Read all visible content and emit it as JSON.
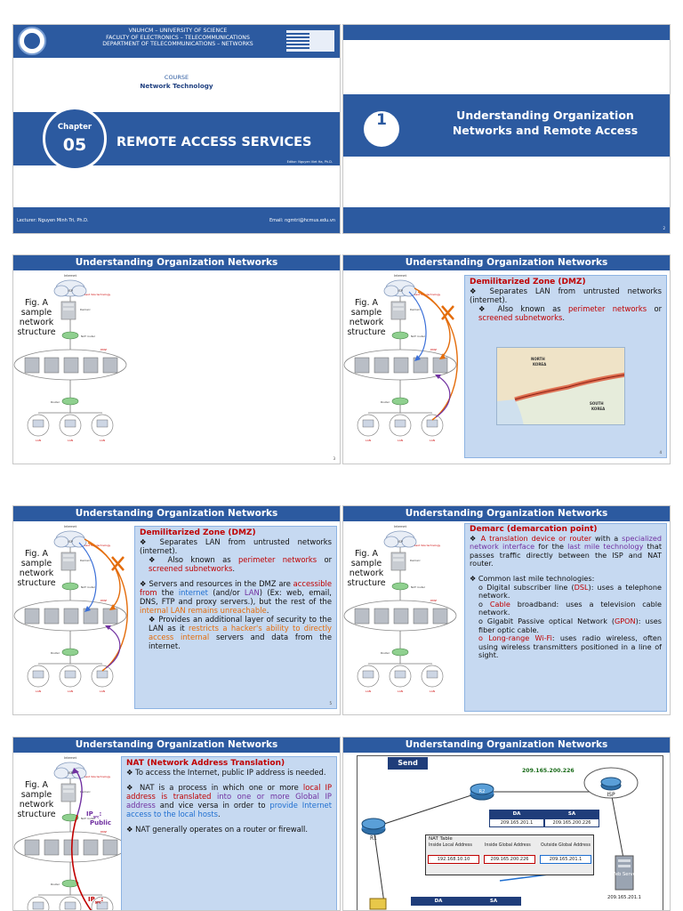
{
  "slide1": {
    "university": "VNUHCM – UNIVERSITY OF SCIENCE",
    "faculty": "FACULTY OF ELECTRONICS – TELECOMMUNICATIONS",
    "department": "DEPARTMENT OF TELECOMMUNICATIONS – NETWORKS",
    "course_label": "COURSE",
    "course_name": "Network Technology",
    "chapter_label": "Chapter",
    "chapter_number": "05",
    "title": "REMOTE ACCESS SERVICES",
    "editor": "Editor: Nguyen Viet Ha, Ph.D.",
    "lecturer": "Lecturer: Nguyen Minh Tri, Ph.D.",
    "email": "Email: ngmtri@hcmus.edu.vn"
  },
  "slide2": {
    "section_number": "1",
    "title_line1": "Understanding Organization",
    "title_line2": "Networks and Remote Access",
    "page": "2"
  },
  "header": "Understanding Organization Networks",
  "figure": {
    "caption1": "Fig. A",
    "caption2": "sample",
    "caption3": "network",
    "caption4": "structure",
    "internet": "Internet",
    "isp": "ISP",
    "last_mile": "Last mile technology",
    "demarc": "Demarc",
    "nat_router": "NAT router",
    "dmz": "DMZ",
    "router": "Router",
    "lan": "LAN"
  },
  "slide3": {
    "page": "3"
  },
  "slide4": {
    "heading": "Demilitarized Zone (DMZ)",
    "b1": "Separates LAN from untrusted networks (internet).",
    "b2_pre": "Also known as ",
    "b2_r1": "perimeter networks",
    "b2_mid": " or ",
    "b2_r2": "screened subnetworks",
    "b2_end": ".",
    "map_north": "NORTH",
    "map_korea1": "KOREA",
    "map_south": "SOUTH",
    "map_korea2": "KOREA",
    "page": "4"
  },
  "slide5": {
    "heading": "Demilitarized Zone (DMZ)",
    "b1": "Separates LAN from untrusted networks (internet).",
    "b2_pre": "Also known as ",
    "b2_r1": "perimeter networks",
    "b2_mid": " or ",
    "b2_r2": "screened subnetworks",
    "b2_end": ".",
    "b3_a": "Servers and resources in the DMZ are ",
    "b3_b": "accessible from",
    "b3_c": " the ",
    "b3_d": "internet",
    "b3_e": " (and/or ",
    "b3_f": "LAN",
    "b3_g": ") (Ex: web, email, DNS, FTP and proxy servers.), but the rest of the ",
    "b3_h": "internal LAN remains unreachable",
    "b3_i": ".",
    "b4_a": "Provides an additional layer of security to the LAN as it ",
    "b4_b": "restricts a hacker's ability to directly access internal",
    "b4_c": " servers and data from the internet.",
    "page": "5"
  },
  "slide6": {
    "heading": "Demarc (demarcation point)",
    "b1_a": "A translation device or router",
    "b1_b": " with a ",
    "b1_c": "specialized network interface",
    "b1_d": " for the ",
    "b1_e": "last mile technology",
    "b1_f": " that passes traffic directly between the ISP and NAT router.",
    "b2": "Common last mile technologies:",
    "i1_a": "Digital subscriber line (",
    "i1_b": "DSL",
    "i1_c": "): uses a telephone network.",
    "i2_a": "Cable",
    "i2_b": " broadband: uses a television cable network.",
    "i3_a": "Gigabit Passive optical Network (",
    "i3_b": "GPON",
    "i3_c": "): uses fiber optic cable.",
    "i4_a": "Long-range Wi-Fi",
    "i4_b": ": uses radio wireless, often using wireless transmitters positioned in a line of sight."
  },
  "slide7": {
    "heading": "NAT (Network Address Translation)",
    "b1": "To access the Internet, public IP address is needed.",
    "b2_a": "NAT is a process in which one or more ",
    "b2_b": "local IP address is translated",
    "b2_c": " into one or more Global IP address",
    "b2_d": " and vice versa in order to ",
    "b2_e": "provide Internet access to the local hosts",
    "b2_f": ".",
    "b3": "NAT generally operates on a router or firewall.",
    "ip_src_public": "IP",
    "ip_src_sub": "src",
    "ip_public": "Public",
    "ip_local": "IP",
    "ip_local_sub": "src",
    "ip_local_colon": ":"
  },
  "slide8": {
    "send": "Send",
    "r1": "R1",
    "r2": "R2",
    "isp": "ISP",
    "r2_ip": "209.165.200.226",
    "pkt1_da": "DA",
    "pkt1_sa": "SA",
    "pkt1_da_val": "209.165.201.1",
    "pkt1_sa_val": "209.165.200.226",
    "nat_title": "NAT Table",
    "col1": "Inside Local Address",
    "col2": "Inside Global Address",
    "col3": "Outside Global Address",
    "val1": "192.168.10.10",
    "val2": "209.165.200.226",
    "val3": "209.165.201.1",
    "web_server": "Web Server",
    "web_ip": "209.165.201.1",
    "pkt2_da": "DA",
    "pkt2_sa": "SA"
  },
  "colors": {
    "primary": "#2c5aa0",
    "box": "#c6d9f1",
    "red": "#c00000",
    "orange": "#e46c0a",
    "blue": "#1f6fd0",
    "purple": "#7030a0"
  }
}
